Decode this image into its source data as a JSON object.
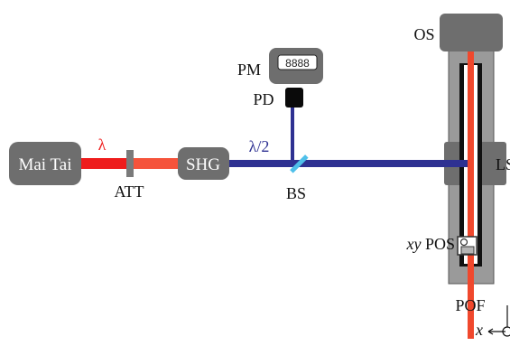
{
  "colors": {
    "device_fill": "#6e6e6e",
    "beam_red": "#ee1c1c",
    "beam_orange": "#f5533b",
    "beam_blue": "#2e3192",
    "fiber_red": "#f0482d",
    "holder_gray": "#9a9a9a",
    "splitter_cyan": "#4fc0ea",
    "detector": "#0a0a0a"
  },
  "labels": {
    "laser": "Mai Tai",
    "wavelength": "λ",
    "attenuator": "ATT",
    "shg": "SHG",
    "half_wavelength": "λ/2",
    "beam_splitter": "BS",
    "power_meter": "PM",
    "power_meter_display": "8888",
    "photodiode": "PD",
    "os": "OS",
    "ls": "LS",
    "positioner_italic": "xy",
    "positioner": " POS",
    "fiber": "POF",
    "axis_x": "x"
  }
}
